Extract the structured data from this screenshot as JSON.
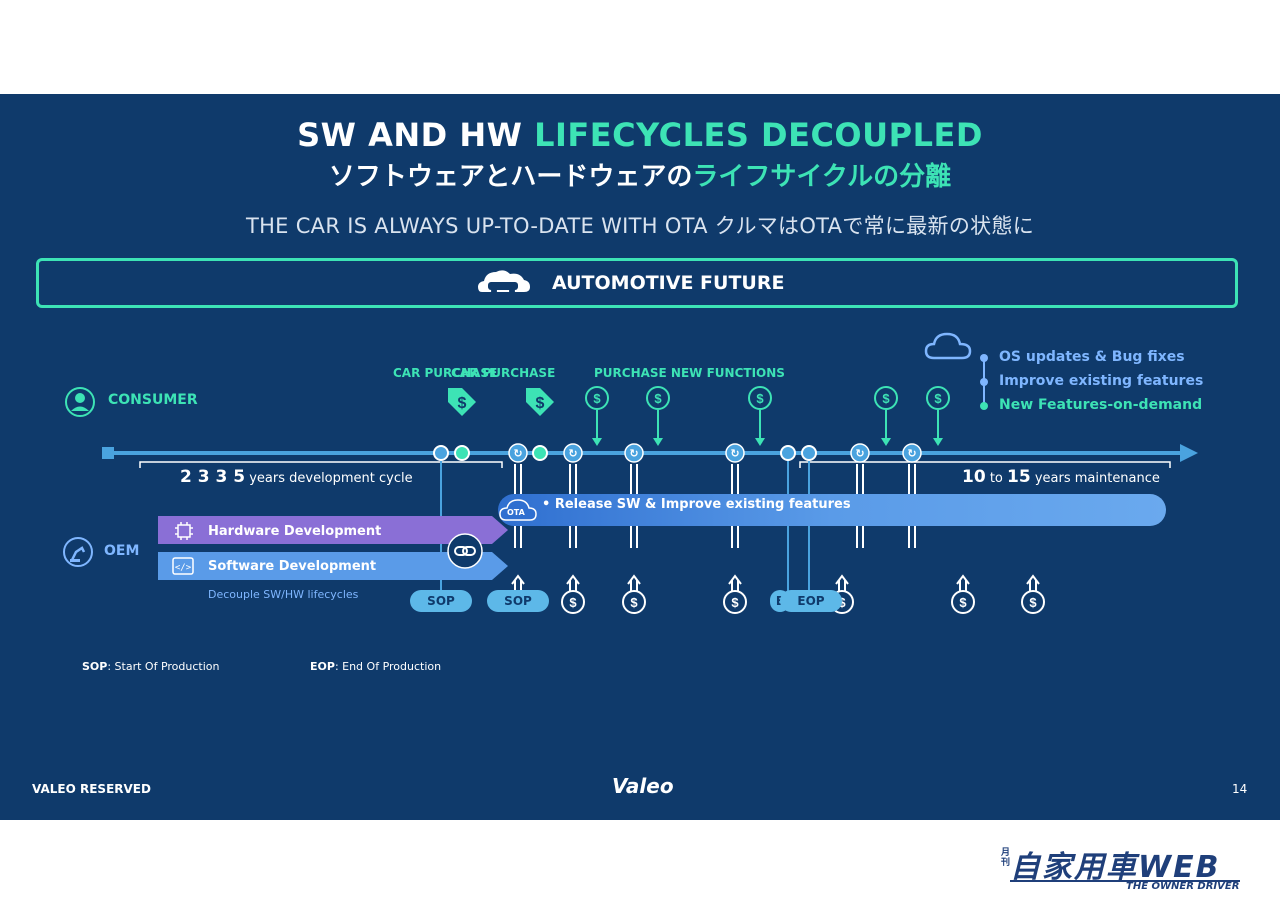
{
  "title": {
    "en_part1": "SW AND HW ",
    "en_part2": "LIFECYCLES DECOUPLED",
    "jp_part1": "ソフトウェアとハードウェアの",
    "jp_part2": "ライフサイクルの分離"
  },
  "subtitle": "THE CAR IS ALWAYS UP-TO-DATE WITH OTA  クルマはOTAで常に最新の状態に",
  "banner": {
    "label": "AUTOMOTIVE FUTURE",
    "icon": "connected-car-icon"
  },
  "consumer": {
    "label": "CONSUMER",
    "car_purchase_1": "CAR PURCHASE",
    "car_purchase_2": "CAR PURCHASE",
    "purchase_new_functions": "PURCHASE NEW FUNCTIONS"
  },
  "legend": {
    "item1": "OS updates & Bug fixes",
    "item2": "Improve existing features",
    "item3": "New Features-on-demand"
  },
  "timeline": {
    "dev_years": "2  3  3  5",
    "dev_text": "years development cycle",
    "maint_from": "10",
    "maint_to_word": "to",
    "maint_to": "15",
    "maint_text": "years maintenance"
  },
  "oem": {
    "label": "OEM",
    "hardware": "Hardware Development",
    "software": "Software Development",
    "decouple": "Decouple SW/HW lifecycles",
    "ota_label": "OTA",
    "release": "Release SW & Improve existing features",
    "sop1": "SOP",
    "sop2": "SOP",
    "eop_hidden": "E",
    "eop": "EOP"
  },
  "notes": {
    "sop_key": "SOP",
    "sop_desc": ": Start Of Production",
    "eop_key": "EOP",
    "eop_desc": ": End Of Production"
  },
  "footer": {
    "left": "VALEO RESERVED",
    "logo": "Valeo",
    "page": "14"
  },
  "watermark": {
    "main": "自家用車WEB",
    "prefix": "月刊",
    "sub": "THE OWNER DRIVER"
  },
  "colors": {
    "background": "#0f3a6b",
    "accent_green": "#3de3b5",
    "timeline_blue": "#4aa3df",
    "hw_purple": "#8a6fd6",
    "sw_blue": "#5a9be8"
  }
}
